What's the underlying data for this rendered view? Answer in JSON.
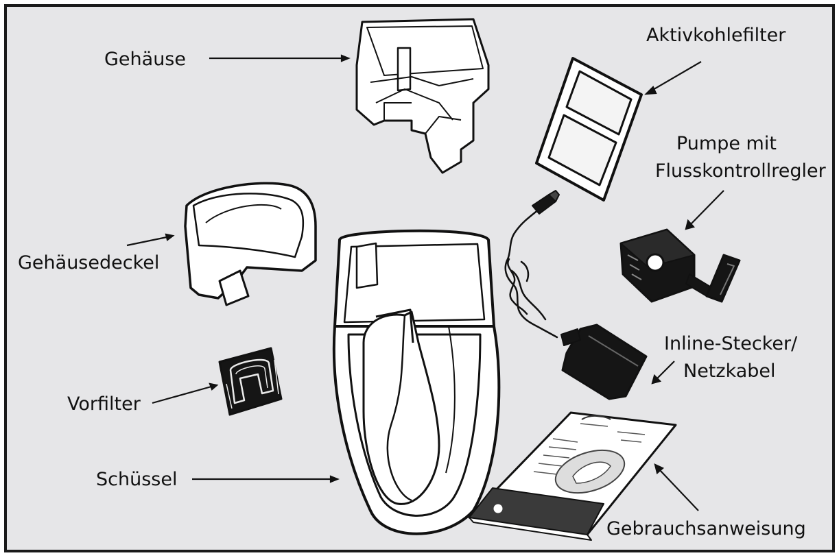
{
  "labels": {
    "gehaeuse": "Gehäuse",
    "aktivkohlefilter": "Aktivkohlefilter",
    "pumpe_line1": "Pumpe mit",
    "pumpe_line2": "Flusskontrollregler",
    "gehaeusedeckel": "Gehäusedeckel",
    "vorfilter": "Vorfilter",
    "inline_line1": "Inline-Stecker/",
    "inline_line2": "Netzkabel",
    "schuessel": "Schüssel",
    "gebrauchsanweisung": "Gebrauchsanweisung"
  },
  "colors": {
    "background": "#e6e6e8",
    "frame": "#1a1a1a",
    "ink": "#111111",
    "part_fill": "#ffffff",
    "dark_part": "#151515"
  }
}
